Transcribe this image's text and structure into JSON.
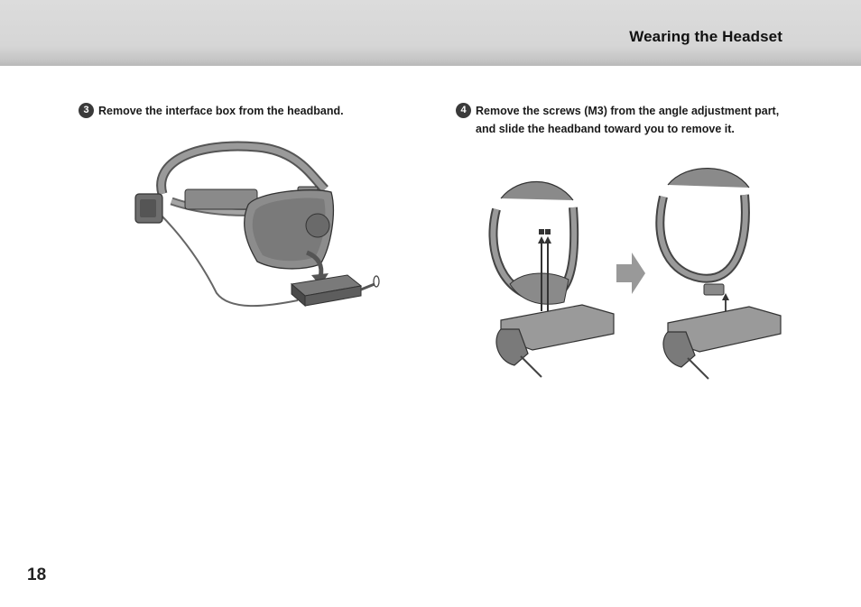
{
  "header": {
    "title": "Wearing the Headset"
  },
  "steps": [
    {
      "number": "3",
      "text_lines": [
        "Remove the interface box from the headband."
      ],
      "icon": "interface-box-removal-illustration"
    },
    {
      "number": "4",
      "text_lines": [
        "Remove the screws (M3) from the angle adjustment part,",
        "and slide the headband toward you to remove it."
      ],
      "icon": "headband-removal-illustration"
    }
  ],
  "page_number": "18",
  "colors": {
    "header_bg": "#d6d6d6",
    "step_circle": "#3a3a3a",
    "device_gray": "#8a8a8a",
    "arrow_gray": "#999999"
  }
}
